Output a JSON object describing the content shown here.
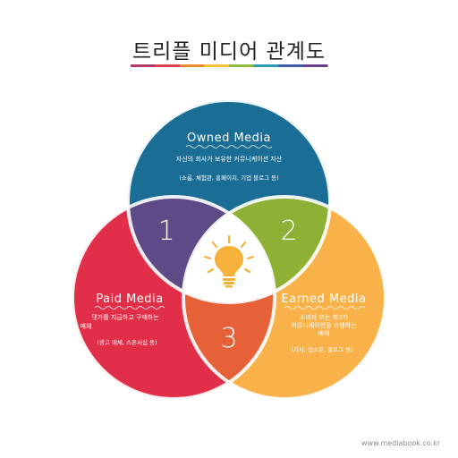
{
  "title": "트리플 미디어 관계도",
  "colors": {
    "owned": "#1a6e96",
    "paid": "#e12f49",
    "earned": "#f9b249",
    "overlap_owned_paid": "#5d4a86",
    "overlap_owned_earned": "#8db035",
    "overlap_paid_earned": "#e66138",
    "center": "#ffffff",
    "bulb": "#f6b13a"
  },
  "title_bar_colors": [
    "#b23a6b",
    "#e0454f",
    "#f08a2e",
    "#f5c33b",
    "#8dbb3f",
    "#2e9ab4",
    "#3d5fa8",
    "#6b3f8c"
  ],
  "circles": {
    "owned": {
      "name": "Owned Media",
      "desc": "자신의 회사가 보유한 커뮤니케이션 자산",
      "examples": "(쇼룸, 체험관, 홈페이지, 기업 블로그 등)"
    },
    "paid": {
      "name": "Paid Media",
      "desc_lines": [
        "댓가를 지급하고 구매하는",
        "매체"
      ],
      "examples": "(광고 매체, 스폰서십 등)"
    },
    "earned": {
      "name": "Earned Media",
      "desc_lines": [
        "소비자 또는 제3자",
        "커뮤니케이션을 수행하는",
        "매체"
      ],
      "examples": "(기사, 입소문, 블로그 등)"
    }
  },
  "numbers": {
    "owned_paid": "1",
    "owned_earned": "2",
    "paid_earned": "3"
  },
  "footer": "www.mediabook.co.kr"
}
